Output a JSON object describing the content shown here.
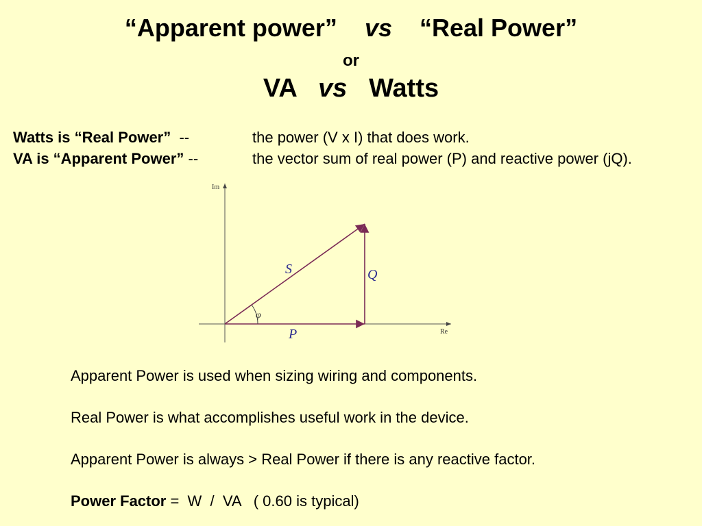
{
  "title": {
    "line1_a": "“Apparent power”",
    "line1_vs": "vs",
    "line1_b": "“Real Power”",
    "line2": "or",
    "line3_a": "VA",
    "line3_vs": "vs",
    "line3_b": "Watts"
  },
  "definitions": [
    {
      "term": "Watts is “Real Power”",
      "sep": "--",
      "desc": "the power (V x I) that does work."
    },
    {
      "term": "VA is “Apparent Power”",
      "sep": "--",
      "desc": "the vector sum of real power (P) and reactive power (jQ)."
    }
  ],
  "diagram": {
    "axis_im": "Im",
    "axis_re": "Re",
    "label_s": "S",
    "label_q": "Q",
    "label_p": "P",
    "label_phi": "φ",
    "line_color": "#7a2a55",
    "label_color": "#2b2b8f"
  },
  "notes": [
    "Apparent Power is used when sizing wiring and components.",
    "Real Power is what accomplishes useful work in the device.",
    "Apparent Power is always > Real Power if there is any reactive factor."
  ],
  "power_factor": {
    "label": "Power Factor",
    "formula": " =  W  /  VA   ( 0.60 is typical)"
  }
}
